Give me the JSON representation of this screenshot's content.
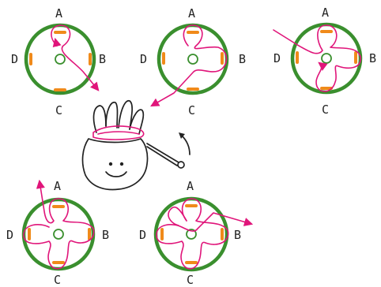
{
  "labels": {
    "top": "A",
    "right": "B",
    "bottom": "C",
    "left": "D"
  },
  "colors": {
    "ring": "#3a8f2e",
    "peg": "#f08a1a",
    "path": "#e0157a",
    "ink": "#222222"
  },
  "icons": [
    "spool-knitter-icon",
    "crochet-hook-icon",
    "turn-arrow-icon"
  ]
}
